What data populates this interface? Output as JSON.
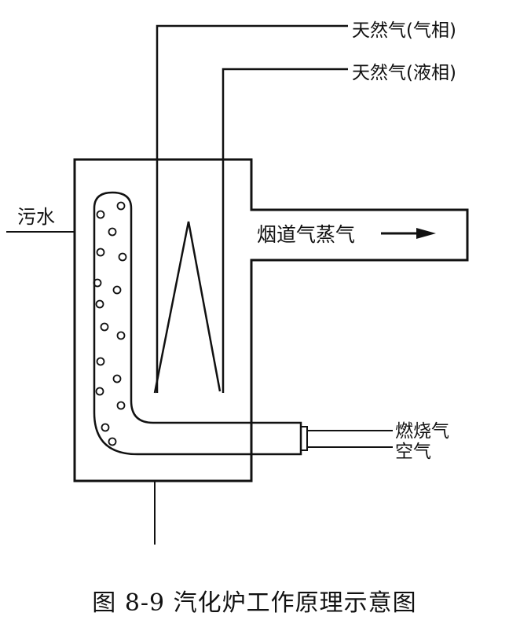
{
  "labels": {
    "gas_vapor": "天然气(气相)",
    "gas_liquid": "天然气(液相)",
    "sewage": "污水",
    "flue_steam": "烟道气蒸气",
    "combustion_gas": "燃烧气",
    "air": "空气"
  },
  "caption": "图 8-9  汽化炉工作原理示意图",
  "bubble_count": 16
}
